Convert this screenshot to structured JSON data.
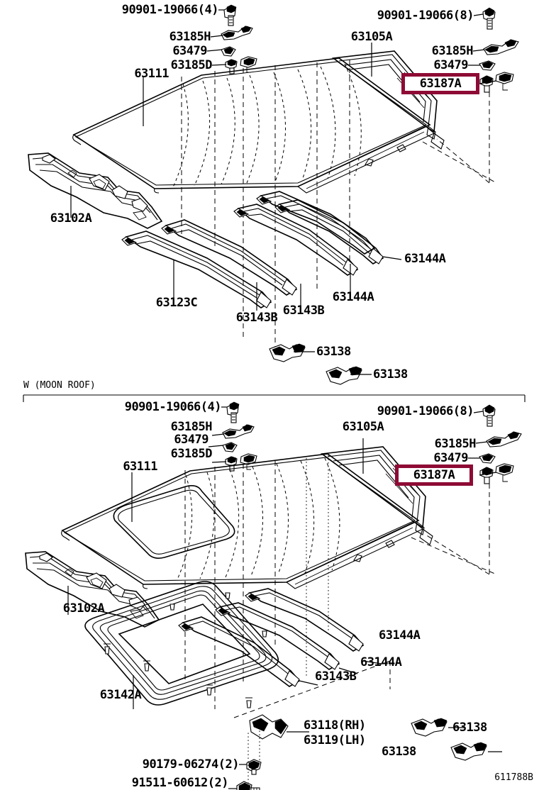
{
  "diagram": {
    "corner_code": "611788B",
    "highlight_color": "#8E0B35",
    "section_label": "W (MOON ROOF)"
  },
  "panel1": {
    "name": "standard-roof-panel",
    "labels": [
      {
        "id": "p1-90901-4",
        "text": "90901-19066(4)"
      },
      {
        "id": "p1-63185H-l",
        "text": "63185H"
      },
      {
        "id": "p1-63479-l",
        "text": "63479"
      },
      {
        "id": "p1-63185D",
        "text": "63185D"
      },
      {
        "id": "p1-63111",
        "text": "63111"
      },
      {
        "id": "p1-90901-8",
        "text": "90901-19066(8)"
      },
      {
        "id": "p1-63105A",
        "text": "63105A"
      },
      {
        "id": "p1-63185H-r",
        "text": "63185H"
      },
      {
        "id": "p1-63479-r",
        "text": "63479"
      },
      {
        "id": "p1-63187A",
        "text": "63187A"
      },
      {
        "id": "p1-63102A",
        "text": "63102A"
      },
      {
        "id": "p1-63144A-r",
        "text": "63144A"
      },
      {
        "id": "p1-63123C",
        "text": "63123C"
      },
      {
        "id": "p1-63143B-a",
        "text": "63143B"
      },
      {
        "id": "p1-63143B-b",
        "text": "63143B"
      },
      {
        "id": "p1-63144A-m",
        "text": "63144A"
      },
      {
        "id": "p1-63138-a",
        "text": "63138"
      },
      {
        "id": "p1-63138-b",
        "text": "63138"
      }
    ]
  },
  "panel2": {
    "name": "moon-roof-panel",
    "labels": [
      {
        "id": "p2-90901-4",
        "text": "90901-19066(4)"
      },
      {
        "id": "p2-63185H-l",
        "text": "63185H"
      },
      {
        "id": "p2-63479-l",
        "text": "63479"
      },
      {
        "id": "p2-63185D",
        "text": "63185D"
      },
      {
        "id": "p2-63111",
        "text": "63111"
      },
      {
        "id": "p2-90901-8",
        "text": "90901-19066(8)"
      },
      {
        "id": "p2-63105A",
        "text": "63105A"
      },
      {
        "id": "p2-63185H-r",
        "text": "63185H"
      },
      {
        "id": "p2-63479-r",
        "text": "63479"
      },
      {
        "id": "p2-63187A",
        "text": "63187A"
      },
      {
        "id": "p2-63102A",
        "text": "63102A"
      },
      {
        "id": "p2-63144A-r",
        "text": "63144A"
      },
      {
        "id": "p2-63144A-m",
        "text": "63144A"
      },
      {
        "id": "p2-63143B",
        "text": "63143B"
      },
      {
        "id": "p2-63142A",
        "text": "63142A"
      },
      {
        "id": "p2-63118RH",
        "text": "63118(RH)"
      },
      {
        "id": "p2-63119LH",
        "text": "63119(LH)"
      },
      {
        "id": "p2-63138-a",
        "text": "63138"
      },
      {
        "id": "p2-63138-b",
        "text": "63138"
      },
      {
        "id": "p2-90179",
        "text": "90179-06274(2)"
      },
      {
        "id": "p2-91511",
        "text": "91511-60612(2)"
      }
    ]
  }
}
